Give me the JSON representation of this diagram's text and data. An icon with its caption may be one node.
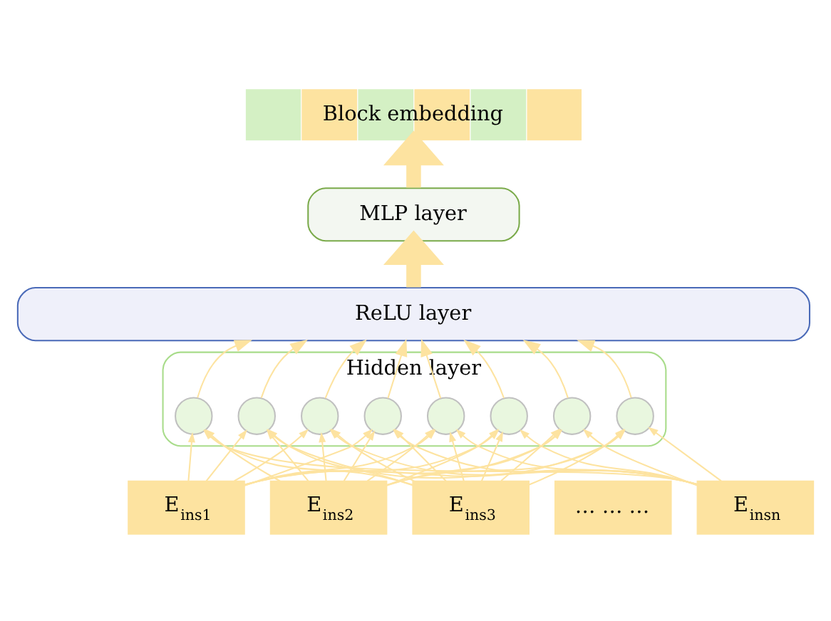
{
  "diagram": {
    "nodes": [
      {
        "text": [
          "Block embedding"
        ]
      },
      {
        "text": [
          "MLP layer"
        ]
      },
      {
        "text": [
          "ReLU layer"
        ]
      },
      {
        "text": [
          "Hidden layer"
        ]
      },
      {
        "text": [],
        "shape": "circle",
        "in": 3
      },
      {
        "text": [],
        "shape": "circle",
        "in": 3
      },
      {
        "text": [],
        "shape": "circle",
        "in": 3
      },
      {
        "text": [],
        "shape": "circle",
        "in": 3
      },
      {
        "text": [],
        "shape": "circle",
        "in": 3
      },
      {
        "text": [],
        "shape": "circle",
        "in": 3
      },
      {
        "text": [],
        "shape": "circle",
        "in": 3
      },
      {
        "text": [],
        "shape": "circle",
        "in": 3
      },
      {
        "text": [
          "E$_{ins1}$"
        ]
      },
      {
        "text": [
          "E$_{ins2}$"
        ]
      },
      {
        "text": [
          "E$_{ins3}$"
        ]
      },
      {
        "text": [
          "… … …"
        ]
      },
      {
        "text": [
          "E$_{insn}$"
        ]
      }
    ],
    "edges": [
      {
        "from": 1,
        "to": 0,
        "arrow": "to",
        "style": "thick"
      },
      {
        "from": 2,
        "to": 1,
        "arrow": "to",
        "style": "thick"
      },
      {
        "from": 4,
        "to": 2,
        "arrow": "to"
      },
      {
        "from": 5,
        "to": 2,
        "arrow": "to"
      },
      {
        "from": 6,
        "to": 2,
        "arrow": "to"
      },
      {
        "from": 7,
        "to": 2,
        "arrow": "to"
      },
      {
        "from": 8,
        "to": 2,
        "arrow": "to"
      },
      {
        "from": 9,
        "to": 2,
        "arrow": "to"
      },
      {
        "from": 10,
        "to": 2,
        "arrow": "to"
      },
      {
        "from": 11,
        "to": 2,
        "arrow": "to"
      },
      {
        "from": 12,
        "to": 4,
        "arrow": "to"
      },
      {
        "from": 12,
        "to": 5,
        "arrow": "to"
      },
      {
        "from": 12,
        "to": 6,
        "arrow": "to"
      },
      {
        "from": 12,
        "to": 7,
        "arrow": "to"
      },
      {
        "from": 12,
        "to": 8,
        "arrow": "to"
      },
      {
        "from": 12,
        "to": 9,
        "arrow": "to"
      },
      {
        "from": 12,
        "to": 10,
        "arrow": "to"
      },
      {
        "from": 12,
        "to": 11,
        "arrow": "to"
      },
      {
        "from": 13,
        "to": 4,
        "arrow": "to"
      },
      {
        "from": 13,
        "to": 5,
        "arrow": "to"
      },
      {
        "from": 13,
        "to": 6,
        "arrow": "to"
      },
      {
        "from": 13,
        "to": 7,
        "arrow": "to"
      },
      {
        "from": 13,
        "to": 8,
        "arrow": "to"
      },
      {
        "from": 13,
        "to": 9,
        "arrow": "to"
      },
      {
        "from": 13,
        "to": 10,
        "arrow": "to"
      },
      {
        "from": 13,
        "to": 11,
        "arrow": "to"
      },
      {
        "from": 14,
        "to": 4,
        "arrow": "to"
      },
      {
        "from": 14,
        "to": 5,
        "arrow": "to"
      },
      {
        "from": 14,
        "to": 6,
        "arrow": "to"
      },
      {
        "from": 14,
        "to": 7,
        "arrow": "to"
      },
      {
        "from": 14,
        "to": 8,
        "arrow": "to"
      },
      {
        "from": 14,
        "to": 9,
        "arrow": "to"
      },
      {
        "from": 14,
        "to": 10,
        "arrow": "to"
      },
      {
        "from": 14,
        "to": 11,
        "arrow": "to"
      },
      {
        "from": 16,
        "to": 4,
        "arrow": "to"
      },
      {
        "from": 16,
        "to": 5,
        "arrow": "to"
      },
      {
        "from": 16,
        "to": 6,
        "arrow": "to"
      },
      {
        "from": 16,
        "to": 7,
        "arrow": "to"
      },
      {
        "from": 16,
        "to": 8,
        "arrow": "to"
      },
      {
        "from": 16,
        "to": 9,
        "arrow": "to"
      },
      {
        "from": 16,
        "to": 10,
        "arrow": "to"
      },
      {
        "from": 16,
        "to": 11,
        "arrow": "to"
      }
    ]
  }
}
